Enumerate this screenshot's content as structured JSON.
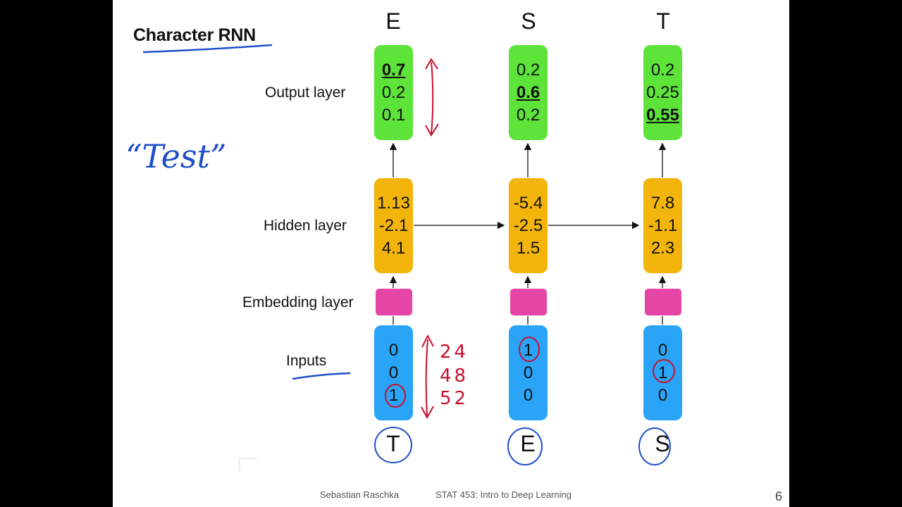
{
  "title": "Character RNN",
  "labels": {
    "output": "Output layer",
    "hidden": "Hidden layer",
    "embedding": "Embedding layer",
    "inputs": "Inputs"
  },
  "columns": [
    {
      "output_char": "E",
      "output": [
        "0.7",
        "0.2",
        "0.1"
      ],
      "hidden": [
        "1.13",
        "-2.1",
        "4.1"
      ],
      "input": [
        "0",
        "0",
        "1"
      ],
      "input_char": "T"
    },
    {
      "output_char": "S",
      "output": [
        "0.2",
        "0.6",
        "0.2"
      ],
      "hidden": [
        "-5.4",
        "-2.5",
        "1.5"
      ],
      "input": [
        "1",
        "0",
        "0"
      ],
      "input_char": "E"
    },
    {
      "output_char": "T",
      "output": [
        "0.2",
        "0.25",
        "0.55"
      ],
      "hidden": [
        "7.8",
        "-1.1",
        "2.3"
      ],
      "input": [
        "0",
        "1",
        "0"
      ],
      "input_char": "S"
    }
  ],
  "annotations": {
    "word": "“Test”",
    "index_numbers": [
      "24",
      "48",
      "52"
    ]
  },
  "footer": {
    "author": "Sebastian Raschka",
    "course": "STAT 453: Intro to Deep Learning",
    "page": "6"
  },
  "colors": {
    "output_box": "#5ee33a",
    "hidden_box": "#f3b50b",
    "embedding_box": "#e545a4",
    "input_box": "#2aa4f7",
    "ink_blue": "#1f4fc9",
    "ink_red": "#c8102e"
  }
}
